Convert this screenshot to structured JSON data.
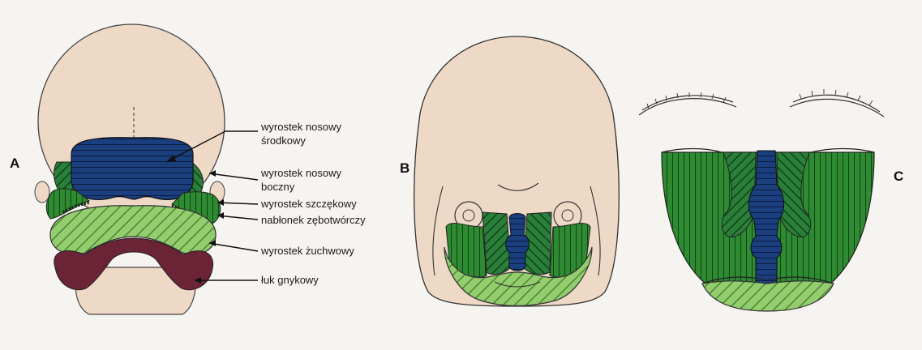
{
  "panels": {
    "a": "A",
    "b": "B",
    "c": "C"
  },
  "labels": {
    "nosowy_srodkowy": "wyrostek nosowy\nśrodkowy",
    "nosowy_boczny": "wyrostek nosowy\nboczny",
    "szczekowy": "wyrostek szczękowy",
    "nablonek": "nabłonek zębotwórczy",
    "zuchwowy": "wyrostek żuchwowy",
    "luk": "łuk gnykowy"
  },
  "colors": {
    "skin": "#eed8c6",
    "dark_blue": "#1b3f7e",
    "dark_green": "#2d8a32",
    "light_green": "#8ec96a",
    "maroon": "#6b2436"
  }
}
